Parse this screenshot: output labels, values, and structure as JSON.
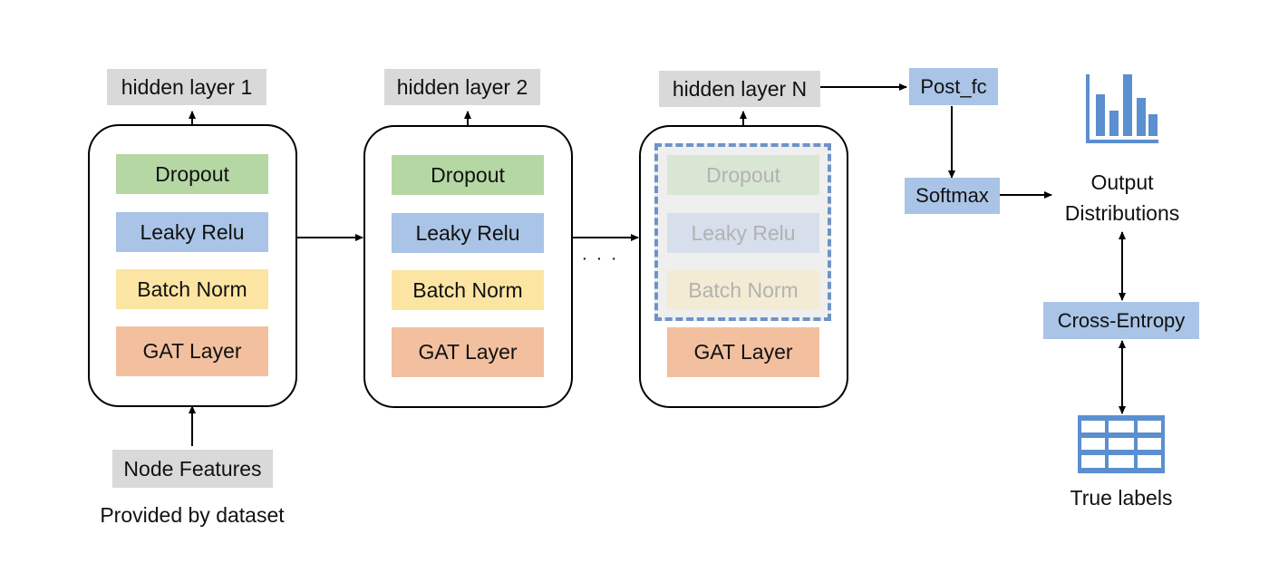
{
  "inputs": {
    "node_features": "Node Features",
    "provided_by": "Provided by dataset"
  },
  "blocks": [
    {
      "hidden_label": "hidden layer 1",
      "layers": [
        "Dropout",
        "Leaky Relu",
        "Batch Norm",
        "GAT Layer"
      ]
    },
    {
      "hidden_label": "hidden layer 2",
      "layers": [
        "Dropout",
        "Leaky Relu",
        "Batch Norm",
        "GAT Layer"
      ]
    },
    {
      "hidden_label": "hidden layer N",
      "layers": [
        "Dropout",
        "Leaky Relu",
        "Batch Norm",
        "GAT Layer"
      ]
    }
  ],
  "ellipsis": "· · ·",
  "post_fc": "Post_fc",
  "softmax": "Softmax",
  "output_label": "Output Distributions",
  "cross_entropy": "Cross-Entropy",
  "true_labels": "True labels",
  "colors": {
    "dropout": "#b5d7a3",
    "leaky_relu": "#a9c4e6",
    "batch_norm": "#fce5a2",
    "gat_layer": "#f2c09f",
    "hidden": "#d9d9d9",
    "icon_blue": "#5b8fcf",
    "dashed_border": "#6f93c8"
  },
  "icons": [
    "bar-chart-icon",
    "table-grid-icon"
  ]
}
